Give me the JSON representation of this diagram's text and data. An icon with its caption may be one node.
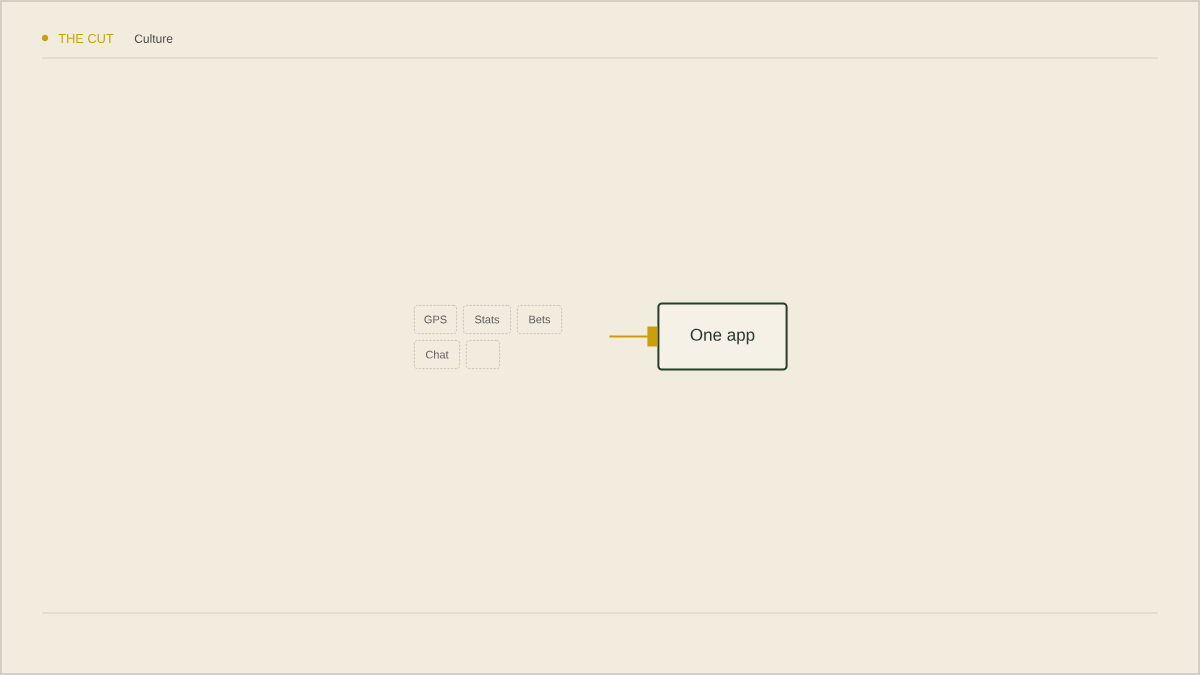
{
  "diagram": {
    "nodes": [
      {
        "text": [
          "GPS"
        ]
      },
      {
        "text": [
          "Stats"
        ]
      },
      {
        "text": [
          "Bets"
        ]
      },
      {
        "text": [
          "Chat"
        ]
      },
      {
        "text": [],
        "shape": "box"
      },
      {
        "text": [
          "One app"
        ]
      }
    ],
    "edges": [
      {
        "from": null,
        "to": 5,
        "arrow": "other",
        "color": "#c9a00c"
      }
    ],
    "labels": [
      "THE CUT",
      "Culture"
    ]
  }
}
